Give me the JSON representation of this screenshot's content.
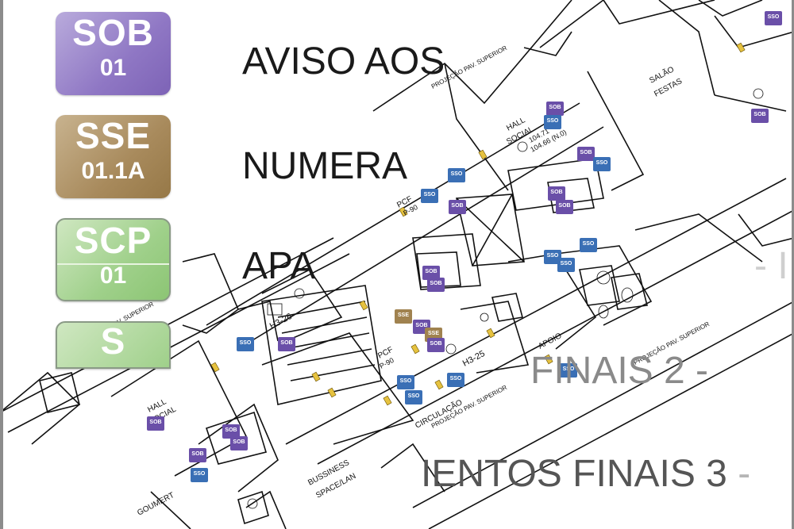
{
  "legend": {
    "sob": {
      "code": "SOB",
      "number": "01",
      "color": "#8f77c4"
    },
    "sse": {
      "code": "SSE",
      "number": "01.1A",
      "color": "#a88a5c"
    },
    "scp": {
      "code": "SCP",
      "number": "01",
      "color": "#9fd08a"
    },
    "partial": {
      "code": "S"
    }
  },
  "notices": {
    "line1": "AVISO AOS",
    "line2": "NUMERA",
    "line3": "APA",
    "line4": "- I",
    "line5": "FINAIS 2 -",
    "line6_main": "IENTOS FINAIS 3",
    "line6_fade": " -"
  },
  "plan": {
    "rooms": {
      "salao_festas_1": "SALÃO",
      "salao_festas_2": "FESTAS",
      "hall_social_top_1": "HALL",
      "hall_social_top_2": "SOCIAL",
      "hall_social_left_1": "HALL",
      "hall_social_left_2": "SOCIAL",
      "level_1": "104.71",
      "level_2": "104.66 (N.0)",
      "apoio": "APOIO",
      "circulacao": "CIRCULAÇÃO",
      "bussiness_1": "BUSSINESS",
      "bussiness_2": "SPACE/LAN",
      "goumert": "GOUMERT",
      "pcf_1": "PCF",
      "pcf_1b": "P-90",
      "pcf_2": "PCF",
      "pcf_2b": "P-90",
      "h3_26": "H3-26",
      "h3_25": "H3-25",
      "proj_top": "PROJEÇÃO PAV. SUPERIOR",
      "proj_left": "PROJEÇÃO PAV. SUPERIOR",
      "proj_right": "PROJEÇÃO PAV. SUPERIOR",
      "proj_bottom": "PROJEÇÃO PAV. SUPERIOR"
    },
    "sign_colors": {
      "sob": "#6a4fa8",
      "sso": "#3a6fb5",
      "sse": "#a0824f"
    }
  }
}
